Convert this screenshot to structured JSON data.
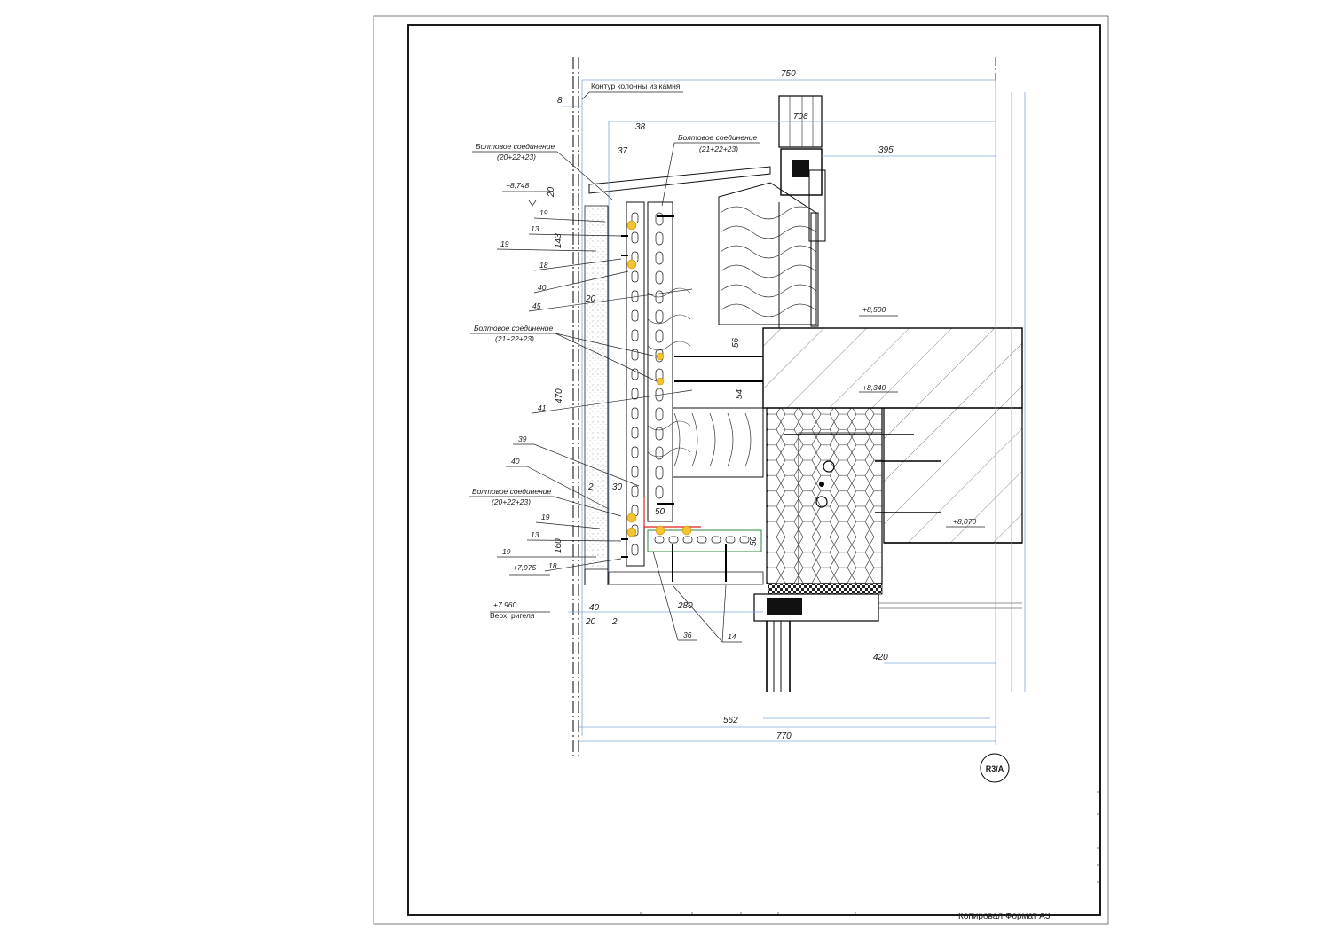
{
  "drawing": {
    "title_note": "Контур колонны из камня",
    "reference_tag": "R3/A",
    "footer": "Копировал Формат А3"
  },
  "dimensions": {
    "d750": "750",
    "d708": "708",
    "d395": "395",
    "d8": "8",
    "d38": "38",
    "d37": "37",
    "d20_top": "20",
    "d143": "143",
    "d20_mid": "20",
    "d470": "470",
    "d56": "56",
    "d54": "54",
    "d2_top": "2",
    "d30": "30",
    "d50_a": "50",
    "d50_b": "50",
    "d160": "160",
    "d40": "40",
    "d2_bot": "2",
    "d20_bot": "20",
    "d280": "280",
    "d420": "420",
    "d562": "562",
    "d770": "770"
  },
  "levels": {
    "l8748": "+8,748",
    "l8500": "+8,500",
    "l8340": "+8,340",
    "l8070": "+8,070",
    "l7975": "+7,975",
    "l7960": "+7.960",
    "l7960_note": "Верх. ригеля"
  },
  "callouts": {
    "bolt1_title": "Болтовое соединение",
    "bolt1_spec": "(20+22+23)",
    "bolt2_title": "Болтовое соединение",
    "bolt2_spec": "(21+22+23)",
    "bolt3_title": "Болтовое соединение",
    "bolt3_spec": "(21+22+23)",
    "bolt4_title": "Болтовое соединение",
    "bolt4_spec": "(20+22+23)",
    "n19a": "19",
    "n13a": "13",
    "n19b": "19",
    "n18a": "18",
    "n40a": "40",
    "n45": "45",
    "n41": "41",
    "n39": "39",
    "n40b": "40",
    "n19c": "19",
    "n13b": "13",
    "n19d": "19",
    "n18b": "18",
    "n36": "36",
    "n14": "14"
  }
}
